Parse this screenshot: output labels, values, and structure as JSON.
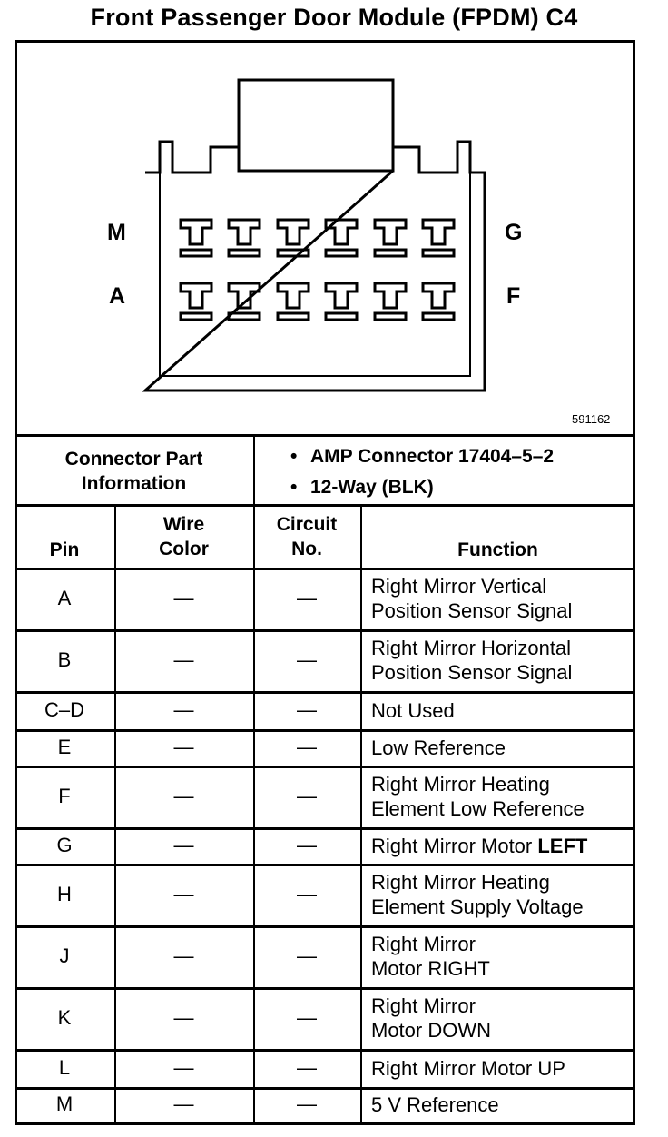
{
  "title": "Front Passenger Door Module (FPDM) C4",
  "diagram": {
    "labels": {
      "top_left": "M",
      "bottom_left": "A",
      "top_right": "G",
      "bottom_right": "F"
    },
    "figure_id": "591162"
  },
  "connector_info": {
    "label_line1": "Connector Part",
    "label_line2": "Information",
    "bullet": "•",
    "item1": "AMP Connector 17404–5–2",
    "item2": "12-Way (BLK)"
  },
  "table": {
    "headers": {
      "pin": "Pin",
      "wire_color_1": "Wire",
      "wire_color_2": "Color",
      "circuit_1": "Circuit",
      "circuit_2": "No.",
      "function": "Function"
    },
    "rows": [
      {
        "pin": "A",
        "wire": "—",
        "circuit": "—",
        "function_1": "Right Mirror Vertical",
        "function_2": "Position Sensor Signal"
      },
      {
        "pin": "B",
        "wire": "—",
        "circuit": "—",
        "function_1": "Right Mirror Horizontal",
        "function_2": "Position Sensor Signal"
      },
      {
        "pin": "C–D",
        "wire": "—",
        "circuit": "—",
        "function_1": "Not Used",
        "function_2": ""
      },
      {
        "pin": "E",
        "wire": "—",
        "circuit": "—",
        "function_1": "Low Reference",
        "function_2": ""
      },
      {
        "pin": "F",
        "wire": "—",
        "circuit": "—",
        "function_1": "Right Mirror Heating",
        "function_2": "Element Low Reference"
      },
      {
        "pin": "G",
        "wire": "—",
        "circuit": "—",
        "function_1": "Right Mirror Motor ",
        "function_bold": "LEFT",
        "function_2": ""
      },
      {
        "pin": "H",
        "wire": "—",
        "circuit": "—",
        "function_1": "Right Mirror Heating",
        "function_2": "Element Supply Voltage"
      },
      {
        "pin": "J",
        "wire": "—",
        "circuit": "—",
        "function_1": "Right Mirror",
        "function_2": "Motor RIGHT"
      },
      {
        "pin": "K",
        "wire": "—",
        "circuit": "—",
        "function_1": "Right Mirror",
        "function_2": "Motor DOWN"
      },
      {
        "pin": "L",
        "wire": "—",
        "circuit": "—",
        "function_1": "Right Mirror Motor UP",
        "function_2": ""
      },
      {
        "pin": "M",
        "wire": "—",
        "circuit": "—",
        "function_1": "5 V Reference",
        "function_2": ""
      }
    ]
  }
}
